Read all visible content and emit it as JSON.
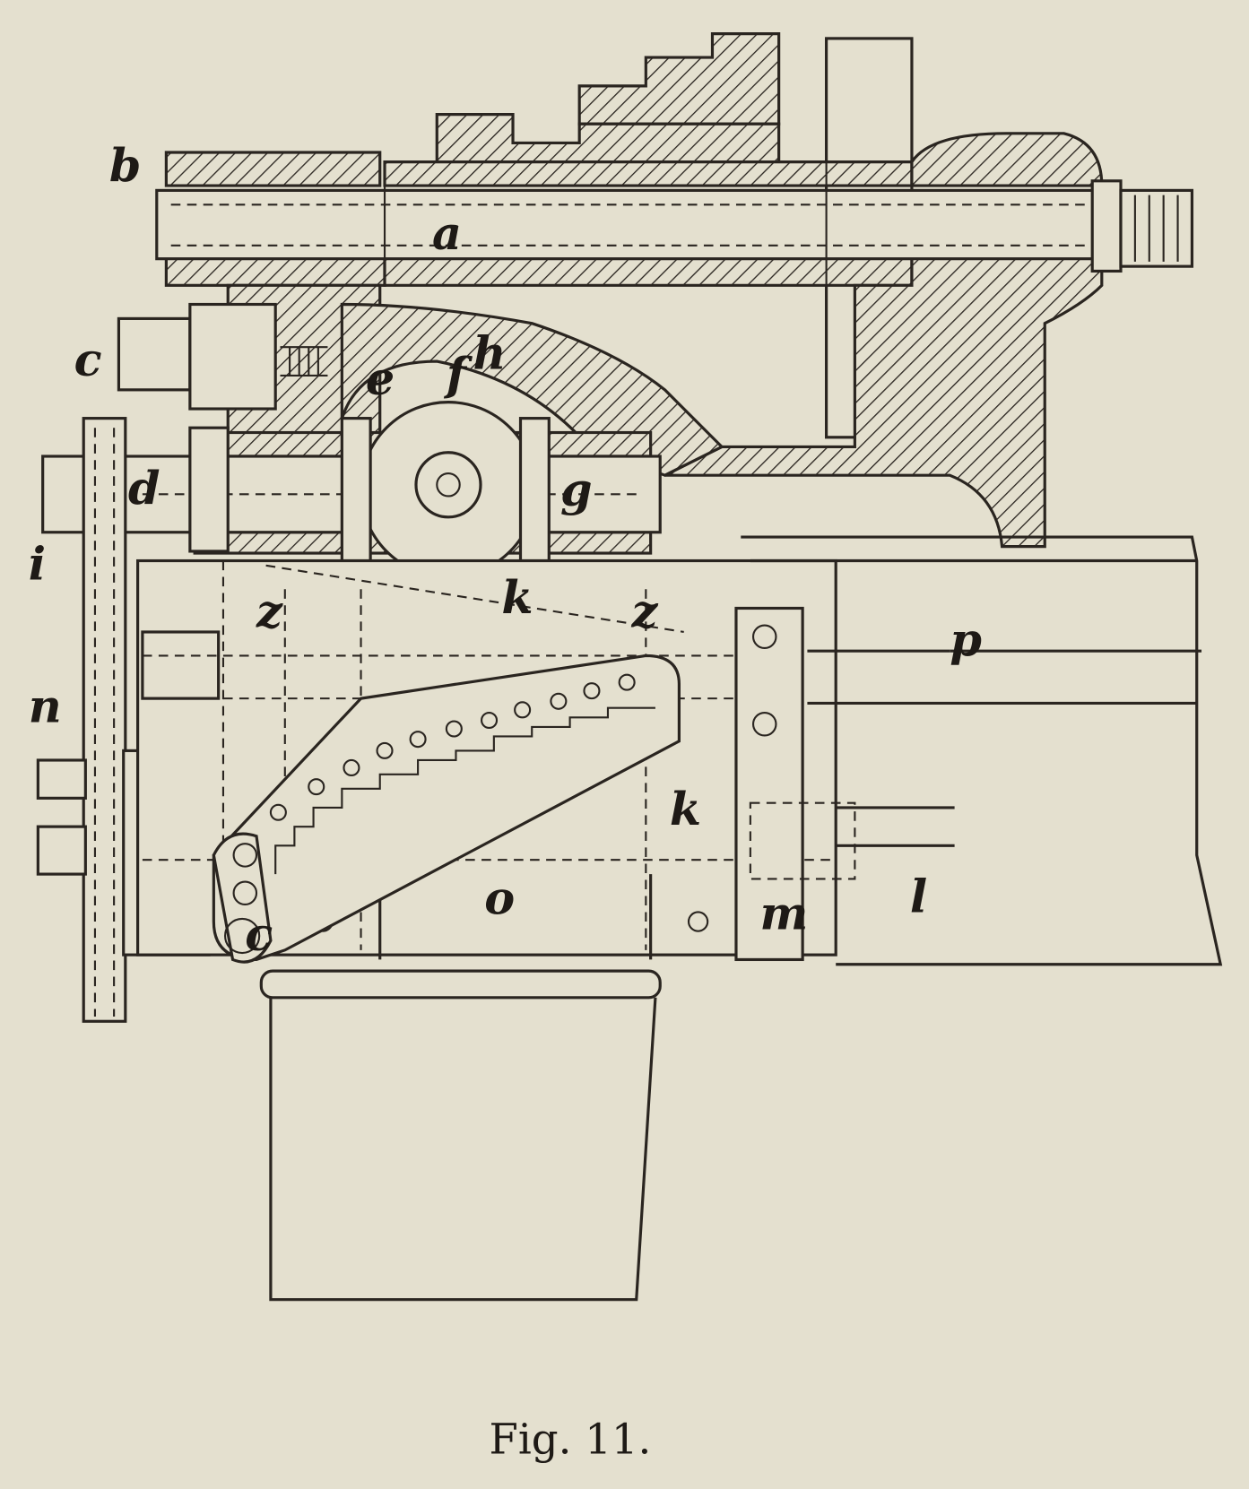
{
  "figure": {
    "caption": "Fig. 11.",
    "labels": {
      "b": "b",
      "a": "a",
      "c_top": "c",
      "h": "h",
      "f": "f",
      "e": "e",
      "d": "d",
      "g": "g",
      "i": "i",
      "z_left": "z",
      "k_top": "k",
      "z_right": "z",
      "p": "p",
      "n": "n",
      "k_mid": "k",
      "l": "l",
      "m": "m",
      "o": "o",
      "c_bottom": "c"
    }
  },
  "colors": {
    "paper": "#e4e0cf",
    "ink": "#2a2520"
  }
}
